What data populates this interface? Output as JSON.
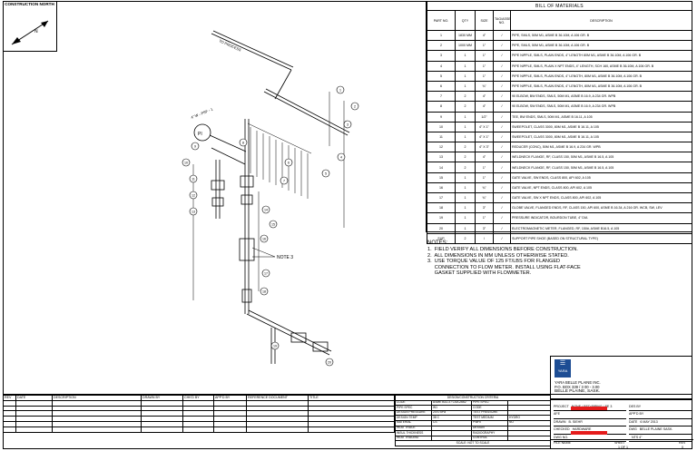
{
  "north": {
    "label": "CONSTRUCTION NORTH"
  },
  "bom": {
    "title": "BILL OF MATERIALS",
    "headers": [
      "PART NO.",
      "QTY",
      "SIZE",
      "TAG/ASSET NO.",
      "DESCRIPTION"
    ],
    "rows": [
      [
        "1",
        "1830 MM",
        "4\"",
        "/",
        "PIPE, SMLS, 50M M1, ASME B 36.10M, A 106 GR. B"
      ],
      [
        "2",
        "1000 MM",
        "1\"",
        "/",
        "PIPE, SMLS, 50M M1, ASME B 36.10M, A 106 GR. B"
      ],
      [
        "3",
        "1",
        "1\"",
        "/",
        "PIPE NIPPLE, SMLS, PLAIN ENDS, 4\" LENGTH 80M M1, ASME B 36.10M, A 106 GR. B"
      ],
      [
        "4",
        "1",
        "1\"",
        "/",
        "PIPE NIPPLE, SMLS, PLAIN X NPT ENDS, 4\" LENGTH, SCH 160, ASME B 36.10M, A 106 GR. B"
      ],
      [
        "5",
        "1",
        "1\"",
        "/",
        "PIPE NIPPLE, SMLS, PLAIN ENDS, 4\" LENGTH, 80M M1, ASME B 36.10M, A 106 GR. B"
      ],
      [
        "6",
        "1",
        "¾\"",
        "/",
        "PIPE NIPPLE, SMLS, PLAIN ENDS, 4\" LENGTH, 80M M1, ASME B 36.10M, A 106 GR. B"
      ],
      [
        "7",
        "2",
        "4\"",
        "/",
        "90 ELBOW, BW ENDS, SMLS, 50M M1, ASME B 16.9, A 234 GR. WPB"
      ],
      [
        "8",
        "2",
        "4\"",
        "/",
        "90 ELBOW, SW ENDS, SMLS, 50M M1, ASME B 16.9, A 234 GR. WPB"
      ],
      [
        "9",
        "1",
        "1/2\"",
        "/",
        "TEE, BW ENDS, SMLS, 50M M1, ASME B 16.11, A 105"
      ],
      [
        "10",
        "1",
        "4\" X 1\"",
        "/",
        "SWEEPOLET, CLASS 3000, 80M M1, ASME B 16.11, A 105"
      ],
      [
        "11",
        "1",
        "4\" X 1\"",
        "/",
        "SWEEPOLET, CLASS 3000, 80M M1, ASME B 16.11, A 105"
      ],
      [
        "12",
        "2",
        "4\" X 3\"",
        "/",
        "REDUCER (CONC), 50M M1, ASME B 16.9, A 234 GR. WPB"
      ],
      [
        "13",
        "2",
        "4\"",
        "/",
        "WELDNECK FLANGE, RF, CLASS 150, 50M M1, ASME B 16.5, A 105"
      ],
      [
        "14",
        "2",
        "1\"",
        "/",
        "WELDNECK FLANGE, RF, CLASS 150, 50M M1, ASME B 16.5, A 105"
      ],
      [
        "15",
        "1",
        "1\"",
        "/",
        "GATE VALVE, SW ENDS, CLASS 800, API 602, A 105"
      ],
      [
        "16",
        "1",
        "¾\"",
        "/",
        "GATE VALVE, NPT ENDS, CLASS 800, API 602, A 105"
      ],
      [
        "17",
        "1",
        "¾\"",
        "/",
        "GATE VALVE, SW X NPT ENDS, CLASS 800, API 602, A 105"
      ],
      [
        "18",
        "1",
        "3\"",
        "/",
        "GLOBE VALVE, FLANGED ENDS, RF, CLASS 150, API 600, ASME B 16.34, A 216 GR. WCB, SW, LEV"
      ],
      [
        "19",
        "1",
        "1\"",
        "/",
        "PRESSURE INDICATOR, BOURDON TUBE, 4\" DIA"
      ],
      [
        "20",
        "1",
        "3\"",
        "/",
        "ELECTROMAGNETIC METER, FLANGED, RF, 150#, ASME B16.5, A 105"
      ],
      [
        "SUP",
        "2",
        "/",
        "/",
        "SUPPORT PIPE SHOE (BASED ON STRUCTURAL TYPE)"
      ]
    ]
  },
  "notes": {
    "heading": "NOTES:",
    "items": [
      "1.  FIELD VERIFY ALL DIMENSIONS BEFORE CONSTRUCTION.",
      "2.  ALL DIMENSIONS IN MM UNLESS OTHERWISE STATED.",
      "3.  USE TORQUE VALUE OF 125 FT/LBS FOR FLANGED",
      "     CONNECTION TO FLOW METER. INSTALL USING FLAT-FACE",
      "     GASKET SUPPLIED WITH FLOWMETER."
    ]
  },
  "drawing": {
    "n_label": "N",
    "note_ref": "NOTE 3",
    "pi_label": "PI",
    "process_label": "TO PROCESS",
    "from_label": "4\" W - PSF - 1"
  },
  "revision_block": {
    "headers": [
      "REV",
      "DATE",
      "DESCRIPTION",
      "DRAWN BY",
      "CHK'D BY",
      "APP'D BY",
      "REFERENCE DOCUMENT",
      "TITLE"
    ],
    "blank_rows": 6
  },
  "ref_block": {
    "title": "DESIGN/CONSTRUCTION CRITERIA",
    "rows": [
      [
        "CODE",
        "ASME B31.3 / CSA Z662",
        "PIPE SPEC:",
        ""
      ],
      [
        "PIPE SPEC",
        "W1",
        "CODE",
        ""
      ],
      [
        "DESIGN PRESSURE",
        "2070 kPa",
        "TEST PRESSURE",
        ""
      ],
      [
        "DESIGN TEMP",
        "38 C",
        "TEST MEDIUM",
        "HYDRO"
      ],
      [
        "MATERIAL",
        "CS",
        "PWHT",
        "NO"
      ],
      [
        "HEAT TRACE",
        "",
        "DESIGN",
        ""
      ],
      [
        "INSUL THICKNESS",
        "",
        "RADIOGRAPHY",
        ""
      ],
      [
        "HEAT TRACING",
        "",
        "CONTROL",
        ""
      ]
    ],
    "scale": "SCALE: NOT TO SCALE"
  },
  "company": {
    "name": "YARA BELLE PLAINE INC.",
    "address": "P.O. BOX 339 / 3 00 - 3.00",
    "city": "BELLE PLAINE, SASK.",
    "logo_text": "YARA"
  },
  "title_info": {
    "left": [
      [
        "PROJECT",
        "NONE / PSD PIPING / FE 3"
      ],
      [
        "AFE",
        ""
      ],
      [
        "DRAWN",
        "B. SIEHR"
      ],
      [
        "CHECKED",
        "HARDWARE"
      ],
      [
        "DWG NO.",
        ""
      ]
    ],
    "right": [
      [
        "DES BY",
        ""
      ],
      [
        "APP'D BY",
        ""
      ],
      [
        "DATE",
        "6 MAY 2013"
      ],
      [
        "DWG",
        "BELLE PLAINE SASK."
      ],
      [
        "",
        "NTS   4\""
      ]
    ],
    "file_name_label": "FILE NAME",
    "sheet_label": "SHEET",
    "sheet_value": "1 OF 1",
    "rev_label": "REV",
    "rev_value": "0"
  },
  "balloons": [
    "1",
    "2",
    "3",
    "4",
    "5",
    "6",
    "7",
    "8",
    "9",
    "10",
    "11",
    "12",
    "13",
    "14",
    "15",
    "16",
    "17",
    "18",
    "19",
    "20"
  ]
}
